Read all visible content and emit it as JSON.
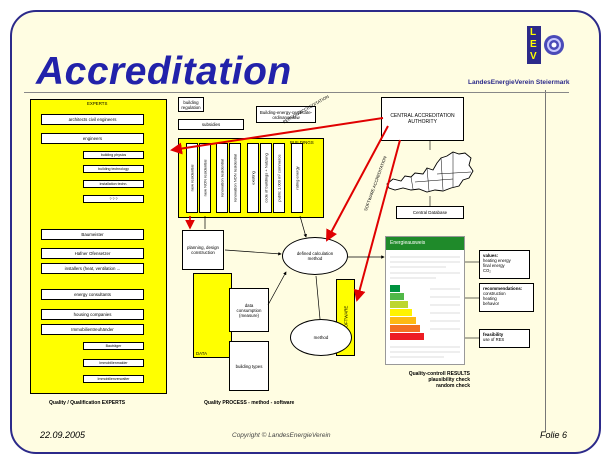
{
  "title": "Accreditation",
  "logo": {
    "letters": [
      "L",
      "E",
      "V"
    ],
    "org": "LandesEnergieVerein Steiermark"
  },
  "experts": {
    "header": "EXPERTS",
    "items": [
      "architects civil engineers",
      "engineers",
      "building physics",
      "building technology",
      "installation techn.",
      "? ? ?",
      "Baumeister",
      "Hafner Ofensetzer",
      "installers (heat, ventilation ...",
      "energy consultants",
      "housing companies",
      "Immobilientreuhänder",
      "Bauträger",
      "Immobilienmakler",
      "Immobilienverwalter"
    ]
  },
  "buildings": {
    "header": "BUILDINGS",
    "regulation": "building regulation",
    "subsidies": "subsidies",
    "ordinance": "Building-energy-certificate-ordinance-law",
    "columns": [
      "new residential",
      "new NON residential",
      "renovation residential",
      "renovation NON residential",
      "existing",
      "code of buildings + Nutzung",
      "public 1.000 m² commerce",
      "rating energy"
    ]
  },
  "authority": {
    "label": "CENTRAL ACCREDITATION AUTHORITY"
  },
  "arrows": {
    "person": "PERSON ACCREDITATION",
    "software": "SOFTWARE ACCREDITATION"
  },
  "database": "Central Database",
  "process": {
    "planning": "planning, design construction",
    "calc": "defined calculation method",
    "data_consumption": "data consumption (measure)",
    "data_label": "DATA",
    "building_types": "building types",
    "method": "method",
    "software_label": "SOFTWARE"
  },
  "certificate": {
    "header": "Energieausweis"
  },
  "right": {
    "values_title": "values:",
    "values": [
      "heating energy",
      "final energy",
      "CO₂"
    ],
    "recommendations_title": "recommendations:",
    "recommendations": [
      "construction",
      "heating",
      "behavior"
    ],
    "feasibility_title": "feasibility",
    "feasibility": "use of RES"
  },
  "results": {
    "line1": "Quality-controll RESULTS",
    "line2": "plausibility check",
    "line3": "random check"
  },
  "captions": {
    "experts": "Quality / Qualification EXPERTS",
    "process": "Quality PROCESS  - method  - software"
  },
  "footer": {
    "date": "22.09.2005",
    "copyright": "Copyright © LandesEnergieVerein",
    "slide": "Folie 6"
  },
  "colors": {
    "frame": "#2c2a8a",
    "slide_bg": "#fffde2",
    "yellow": "#ffff00",
    "arrow_red": "#e00000",
    "title_blue": "#2222aa",
    "cert_green": "#1f8a2a"
  }
}
